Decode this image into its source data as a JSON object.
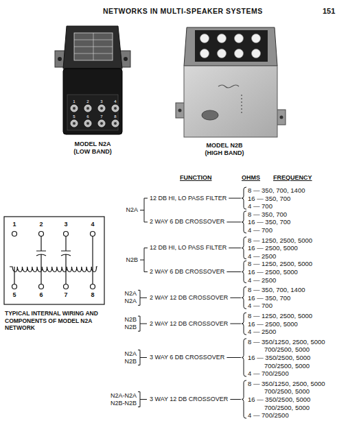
{
  "diagram": {
    "title": "NETWORKS IN MULTI-SPEAKER SYSTEMS",
    "labels": [
      "151",
      "MODEL N2A (LOW BAND)",
      "MODEL N2B (HIGH BAND)",
      "1",
      "2",
      "3",
      "4",
      "5",
      "6",
      "7",
      "8",
      "1",
      "2",
      "3",
      "4",
      "5",
      "6",
      "7",
      "8",
      "TYPICAL INTERNAL WIRING AND COMPONENTS OF MODEL N2A NETWORK",
      "FUNCTION",
      "OHMS",
      "FREQUENCY",
      "N2A",
      "12 DB HI, LO PASS FILTER",
      "8 — 350, 700, 1400",
      "16 — 350, 700",
      "4 — 700",
      "2 WAY 6 DB CROSSOVER",
      "8 — 350, 700",
      "16 — 350, 700",
      "4 — 700",
      "N2B",
      "12 DB HI, LO PASS FILTER",
      "8 — 1250, 2500, 5000",
      "16 — 2500, 5000",
      "4 — 2500",
      "2 WAY 6 DB CROSSOVER",
      "8 — 1250, 2500, 5000",
      "16 — 2500, 5000",
      "4 — 2500",
      "N2A",
      "N2A",
      "2 WAY 12 DB CROSSOVER",
      "8 — 350, 700, 1400",
      "16 — 350, 700",
      "4 — 700",
      "N2B",
      "N2B",
      "2 WAY 12 DB CROSSOVER",
      "8 — 1250, 2500, 5000",
      "16 — 2500, 5000",
      "4 — 2500",
      "N2A",
      "N2B",
      "3 WAY 6 DB CROSSOVER",
      "8 — 350/1250, 2500, 5000",
      "700/2500, 5000",
      "16 — 350/2500, 5000",
      "700/2500, 5000",
      "4 — 700/2500",
      "N2A-N2A",
      "N2B-N2B",
      "3 WAY 12 DB CROSSOVER",
      "8 — 350/1250, 2500, 5000",
      "700/2500, 5000",
      "16 — 350/2500, 5000",
      "700/2500, 5000",
      "4 — 700/2500"
    ]
  }
}
